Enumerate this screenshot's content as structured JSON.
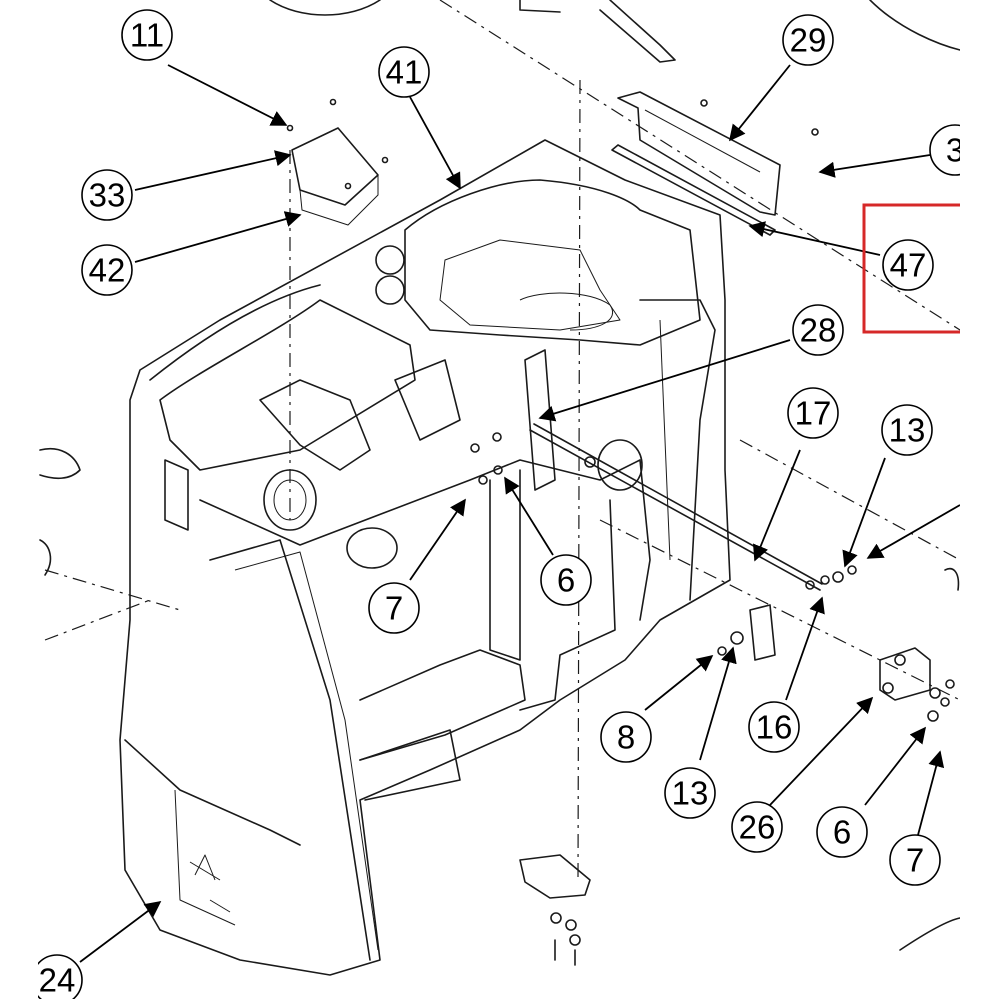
{
  "labels": {
    "l11": "11",
    "l41": "41",
    "l29": "29",
    "l3": "3",
    "l33": "33",
    "l42": "42",
    "l47": "47",
    "l28": "28",
    "l17": "17",
    "l13a": "13",
    "l7a": "7",
    "l6a": "6",
    "l8": "8",
    "l13b": "13",
    "l16": "16",
    "l26": "26",
    "l6b": "6",
    "l7b": "7",
    "l24": "24"
  },
  "highlight_color": "#d62828"
}
